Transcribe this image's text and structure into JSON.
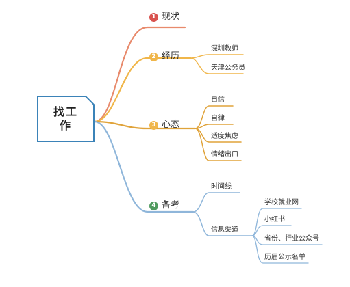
{
  "root": {
    "line1": "找工",
    "line2": "作"
  },
  "colors": {
    "xianzhuang": "#e88a6c",
    "jingli": "#f0b64a",
    "xintai": "#e0a33a",
    "beikao": "#8fb6da",
    "badge1": "#d9534f",
    "badge2": "#f0b64a",
    "badge3": "#f0b64a",
    "badge4": "#4f9a5e",
    "rootBorder": "#3b83b8"
  },
  "branches": {
    "b1": {
      "num": "1",
      "label": "现状"
    },
    "b2": {
      "num": "2",
      "label": "经历",
      "children": [
        "深圳教师",
        "天津公务员"
      ]
    },
    "b3": {
      "num": "3",
      "label": "心态",
      "children": [
        "自信",
        "自律",
        "适度焦虑",
        "情绪出口"
      ]
    },
    "b4": {
      "num": "4",
      "label": "备考",
      "children": {
        "timeline": "时间线",
        "channels": {
          "label": "信息渠道",
          "items": [
            "学校就业网",
            "小红书",
            "省份、行业公众号",
            "历届公示名单"
          ]
        }
      }
    }
  }
}
